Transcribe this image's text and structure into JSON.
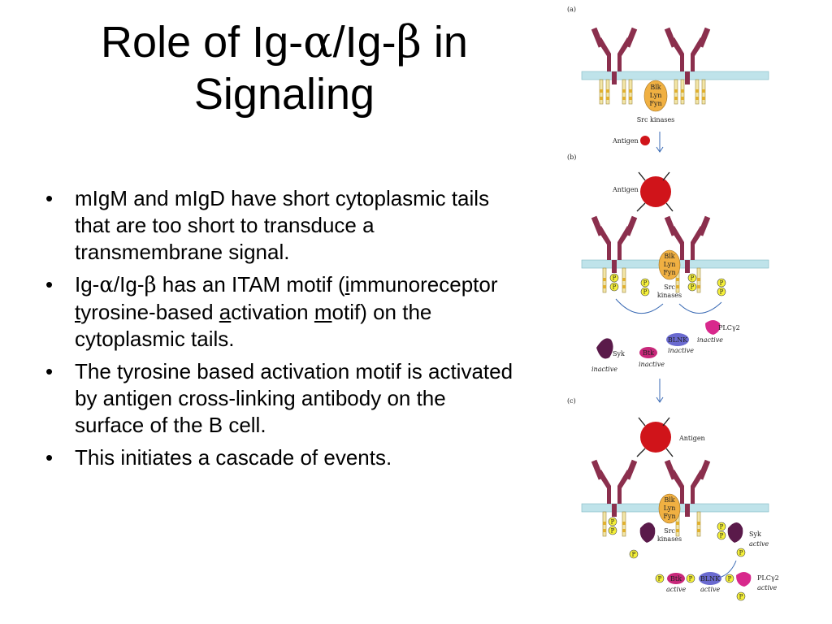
{
  "title": {
    "prefix": "Role of Ig-",
    "alpha": "α",
    "mid": "/Ig-",
    "beta": "β",
    "suffix": " in",
    "line2": "Signaling"
  },
  "bullets": {
    "b1": "mIgM and mIgD have short cytoplasmic tails that are too short to transduce a transmembrane signal.",
    "b2": {
      "p1": "Ig-",
      "alpha": "α",
      "p2": "/Ig-",
      "beta": "β",
      "p3": " has an ITAM motif (",
      "u_i": "i",
      "t1": "mmunoreceptor ",
      "u_t": "t",
      "t2": "yrosine-based ",
      "u_a": "a",
      "t3": "ctivation ",
      "u_m": "m",
      "t4": "otif) on the cytoplasmic tails."
    },
    "b3": "The tyrosine based activation motif is activated by antigen cross-linking antibody on the surface of the B cell.",
    "b4": "This initiates a cascade of events.",
    "marker": "•"
  },
  "figure": {
    "panel_a": "(a)",
    "panel_b": "(b)",
    "panel_c": "(c)",
    "blk": "Blk",
    "lyn": "Lyn",
    "fyn": "Fyn",
    "src_kinases": "Src kinases",
    "src": "Src",
    "kinases": "kinases",
    "antigen": "Antigen",
    "phospho": "P",
    "syk": "Syk",
    "btk": "Btk",
    "blnk": "BLNK",
    "plcg2": "PLCγ2",
    "inactive": "inactive",
    "active": "active"
  },
  "colors": {
    "antibody": "#8b2f4d",
    "membrane": "#bfe3ea",
    "src_kinase": "#f0b042",
    "antigen": "#d0141a",
    "phospho": "#f5f03a",
    "syk": "#5a1a4a",
    "btk": "#c8287a",
    "blnk": "#6a6ad0",
    "plcg2": "#d8288c",
    "arrow": "#3a6ab4"
  }
}
